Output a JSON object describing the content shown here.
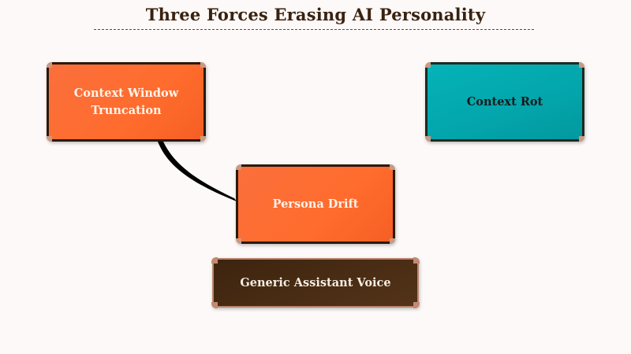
{
  "title": "Three Forces Erasing AI Personality",
  "nodes": {
    "context_window": {
      "label": "Context Window Truncation",
      "color": "#ff6c2d"
    },
    "context_rot": {
      "label": "Context Rot",
      "color": "#03a9ae"
    },
    "persona_drift": {
      "label": "Persona Drift",
      "color": "#ff6c2d"
    },
    "generic_voice": {
      "label": "Generic Assistant Voice",
      "color": "#4a2d14"
    }
  },
  "edges": [
    {
      "from": "Context Window Truncation",
      "to": "Persona Drift"
    }
  ]
}
